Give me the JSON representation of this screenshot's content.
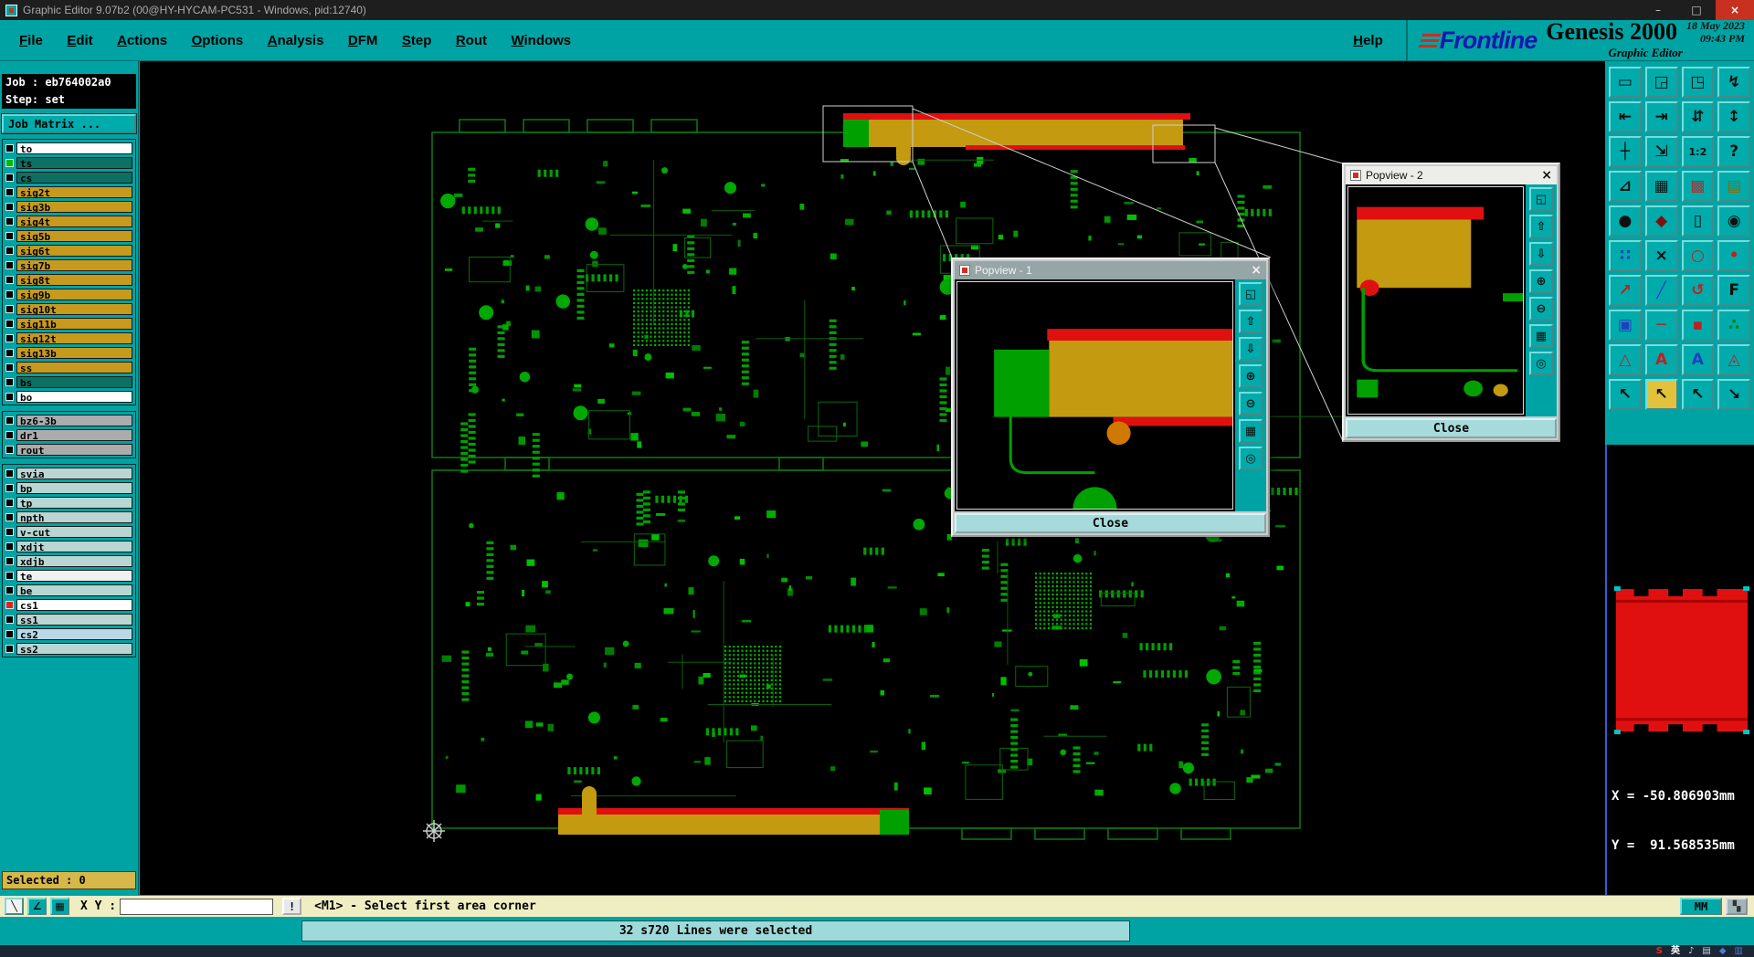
{
  "window": {
    "title": "Graphic Editor 9.07b2 (00@HY-HYCAM-PC531 - Windows, pid:12740)",
    "minimize": "–",
    "maximize": "□",
    "close": "×"
  },
  "menu": {
    "items": [
      "File",
      "Edit",
      "Actions",
      "Options",
      "Analysis",
      "DFM",
      "Step",
      "Rout",
      "Windows"
    ],
    "help": "Help"
  },
  "brand": {
    "name": "Frontline",
    "product": "Genesis 2000",
    "date": "18 May 2023",
    "time": "09:43 PM",
    "subtitle": "Graphic Editor"
  },
  "job": {
    "job_label": "Job : eb764002a0",
    "step_label": "Step: set",
    "matrix_button": "Job Matrix ..."
  },
  "layers": {
    "group1": [
      {
        "name": "to",
        "bg": "#FFFFFF"
      },
      {
        "name": "ts",
        "bg": "#0E6F63",
        "box": "#00BB00"
      },
      {
        "name": "cs",
        "bg": "#0E6F63"
      },
      {
        "name": "sig2t",
        "bg": "#C79A1E"
      },
      {
        "name": "sig3b",
        "bg": "#C79A1E"
      },
      {
        "name": "sig4t",
        "bg": "#C79A1E"
      },
      {
        "name": "sig5b",
        "bg": "#C79A1E"
      },
      {
        "name": "sig6t",
        "bg": "#C79A1E"
      },
      {
        "name": "sig7b",
        "bg": "#C79A1E"
      },
      {
        "name": "sig8t",
        "bg": "#C79A1E"
      },
      {
        "name": "sig9b",
        "bg": "#C79A1E"
      },
      {
        "name": "sig10t",
        "bg": "#C79A1E"
      },
      {
        "name": "sig11b",
        "bg": "#C79A1E"
      },
      {
        "name": "sig12t",
        "bg": "#C79A1E"
      },
      {
        "name": "sig13b",
        "bg": "#C79A1E"
      },
      {
        "name": "ss",
        "bg": "#C79A1E"
      },
      {
        "name": "bs",
        "bg": "#0E6F63"
      },
      {
        "name": "bo",
        "bg": "#FFFFFF"
      }
    ],
    "group2": [
      {
        "name": "bz6-3b",
        "bg": "#ACACAC"
      },
      {
        "name": "dr1",
        "bg": "#ACACAC"
      },
      {
        "name": "rout",
        "bg": "#ACACAC"
      }
    ],
    "group3": [
      {
        "name": "svia",
        "bg": "#B9D6D2"
      },
      {
        "name": "bp",
        "bg": "#B9D6D2"
      },
      {
        "name": "tp",
        "bg": "#B9D6D2"
      },
      {
        "name": "npth",
        "bg": "#B9D6D2"
      },
      {
        "name": "v-cut",
        "bg": "#B9D6D2"
      },
      {
        "name": "xdjt",
        "bg": "#B9D6D2"
      },
      {
        "name": "xdjb",
        "bg": "#B9D6D2"
      },
      {
        "name": "te",
        "bg": "#F0F0F0"
      },
      {
        "name": "be",
        "bg": "#B9D6D2"
      },
      {
        "name": "cs1",
        "bg": "#FFFFFF",
        "box": "#DD2222"
      },
      {
        "name": "ss1",
        "bg": "#B9D6D2"
      },
      {
        "name": "cs2",
        "bg": "#BCD8E6"
      },
      {
        "name": "ss2",
        "bg": "#B9D6D2"
      }
    ]
  },
  "selected_bar": "Selected : 0",
  "popviews": [
    {
      "title": "Popview - 1",
      "close": "Close",
      "close_icon": "×"
    },
    {
      "title": "Popview - 2",
      "close": "Close",
      "close_icon": "×"
    }
  ],
  "popview_tools": [
    {
      "g": "◱",
      "n": "view-snapshot-button"
    },
    {
      "g": "⇧",
      "n": "pan-up-button"
    },
    {
      "g": "⇩",
      "n": "pan-down-button"
    },
    {
      "g": "⊕",
      "n": "zoom-in-button"
    },
    {
      "g": "⊖",
      "n": "zoom-out-button"
    },
    {
      "g": "▦",
      "n": "grid-toggle-button"
    },
    {
      "g": "◎",
      "n": "center-view-button"
    }
  ],
  "toolbar": {
    "buttons": [
      {
        "g": "▭",
        "n": "screen-button"
      },
      {
        "g": "◲",
        "n": "screen-redraw-button"
      },
      {
        "g": "◳",
        "n": "zoom-previous-button"
      },
      {
        "g": "↯",
        "n": "refresh-button"
      },
      {
        "g": "⇤",
        "n": "pan-left-button"
      },
      {
        "g": "⇥",
        "n": "pan-right-button"
      },
      {
        "g": "⇵",
        "n": "pan-vertical-button"
      },
      {
        "g": "↕",
        "n": "zoom-extents-button"
      },
      {
        "g": "┼",
        "n": "pan-center-button"
      },
      {
        "g": "⇲",
        "n": "zoom-window-button"
      },
      {
        "g": "1:2",
        "fs": "11px",
        "n": "zoom-ratio-button"
      },
      {
        "g": "?",
        "n": "help-query-button"
      },
      {
        "g": "⊿",
        "n": "measure-button"
      },
      {
        "g": "▦",
        "n": "grid-button"
      },
      {
        "g": "▩",
        "c": "#B03030",
        "n": "grid-color-button"
      },
      {
        "g": "▤",
        "c": "#8A6A00",
        "n": "table-button"
      },
      {
        "g": "●",
        "n": "pad-symbol-button"
      },
      {
        "g": "◆",
        "c": "#801010",
        "n": "shape-symbol-button"
      },
      {
        "g": "▯",
        "n": "outline-mode-button"
      },
      {
        "g": "◉",
        "n": "filled-mode-button"
      },
      {
        "g": "∷",
        "c": "#2040C0",
        "n": "points-button"
      },
      {
        "g": "×",
        "n": "delete-button"
      },
      {
        "g": "○",
        "c": "#C02020",
        "n": "arc-button"
      },
      {
        "g": "•",
        "c": "#C02020",
        "n": "dot-button"
      },
      {
        "g": "↗",
        "c": "#C02020",
        "n": "line-button"
      },
      {
        "g": "╱",
        "c": "#2040C0",
        "n": "slant-line-button"
      },
      {
        "g": "↺",
        "c": "#C02020",
        "n": "rotate-button"
      },
      {
        "g": "F",
        "n": "text-font-button"
      },
      {
        "g": "▣",
        "c": "#2040C0",
        "n": "surface-button"
      },
      {
        "g": "─",
        "c": "#C02020",
        "n": "h-line-button"
      },
      {
        "g": "▪",
        "c": "#C02020",
        "n": "small-pad-button"
      },
      {
        "g": "∴",
        "c": "#0A7A0A",
        "n": "cluster-button"
      },
      {
        "g": "△",
        "c": "#C02020",
        "n": "triangle-button"
      },
      {
        "g": "A",
        "c": "#C02020",
        "n": "text-red-button"
      },
      {
        "g": "A",
        "c": "#2040C0",
        "n": "text-blue-button"
      },
      {
        "g": "◬",
        "c": "#C02020",
        "n": "triangle-ref-button"
      },
      {
        "g": "↖",
        "n": "select-button"
      },
      {
        "g": "↖",
        "bg": "#E2C23A",
        "n": "select-highlight-button"
      },
      {
        "g": "↖",
        "n": "select-alt-button"
      },
      {
        "g": "↘",
        "n": "pick-button"
      }
    ]
  },
  "coords": {
    "x": "X = -50.806903mm",
    "y": "Y =  91.568535mm"
  },
  "status": {
    "buttons": [
      {
        "g": "╲",
        "bg": "#F2F2F2",
        "n": "draw-mode-button"
      },
      {
        "g": "∠",
        "n": "axes-mode-button"
      },
      {
        "g": "▦",
        "n": "snap-grid-button"
      }
    ],
    "xy_label": "X Y :",
    "input_value": "",
    "alert_icon": "!",
    "message": "<M1> - Select first area corner",
    "units": "MM",
    "grip": "▚"
  },
  "message_bar": "32 s720 Lines were selected",
  "tray": {
    "icons": [
      {
        "g": "S",
        "c": "#E03020",
        "n": "sogou-ime-icon"
      },
      {
        "g": "英",
        "c": "#FFFFFF",
        "n": "ime-language-icon"
      },
      {
        "g": "♪",
        "c": "#C8D4E8",
        "n": "audio-tray-icon"
      },
      {
        "g": "▤",
        "c": "#C8D4E8",
        "n": "panel-tray-icon"
      },
      {
        "g": "◆",
        "c": "#4A7AD4",
        "n": "app-tray-icon"
      },
      {
        "g": "▥",
        "c": "#4A7AD4",
        "n": "grid-tray-icon"
      }
    ]
  }
}
